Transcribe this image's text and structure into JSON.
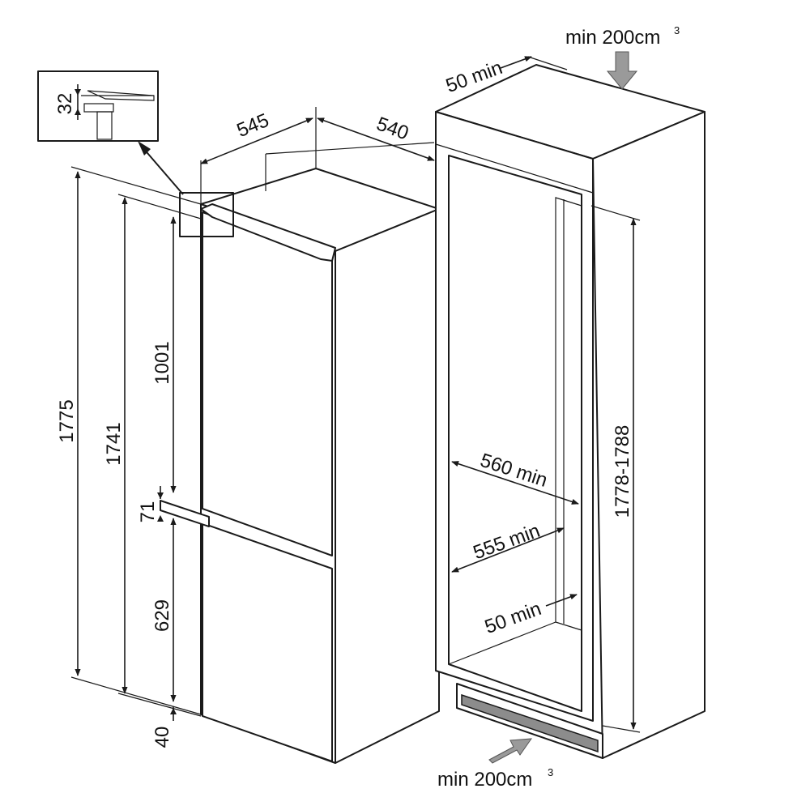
{
  "diagram": {
    "dimensions": {
      "width_top": "545",
      "depth_top": "540",
      "total_height": "1775",
      "door_height": "1741",
      "upper_door": "1001",
      "gap": "71",
      "lower_door": "629",
      "bottom": "40",
      "detail_gap": "32",
      "niche_height": "1778-1788",
      "niche_width": "560 min",
      "niche_depth": "555 min",
      "vent_top_gap": "50 min",
      "vent_back_gap": "50 min"
    },
    "vents": {
      "top": {
        "prefix": "min 200cm",
        "sup": "3"
      },
      "bottom": {
        "prefix": "min 200cm",
        "sup": "3"
      }
    },
    "colors": {
      "line": "#1a1a1a",
      "arrow_fill": "#9a9a9a",
      "grille": "#8c8c8c"
    }
  }
}
